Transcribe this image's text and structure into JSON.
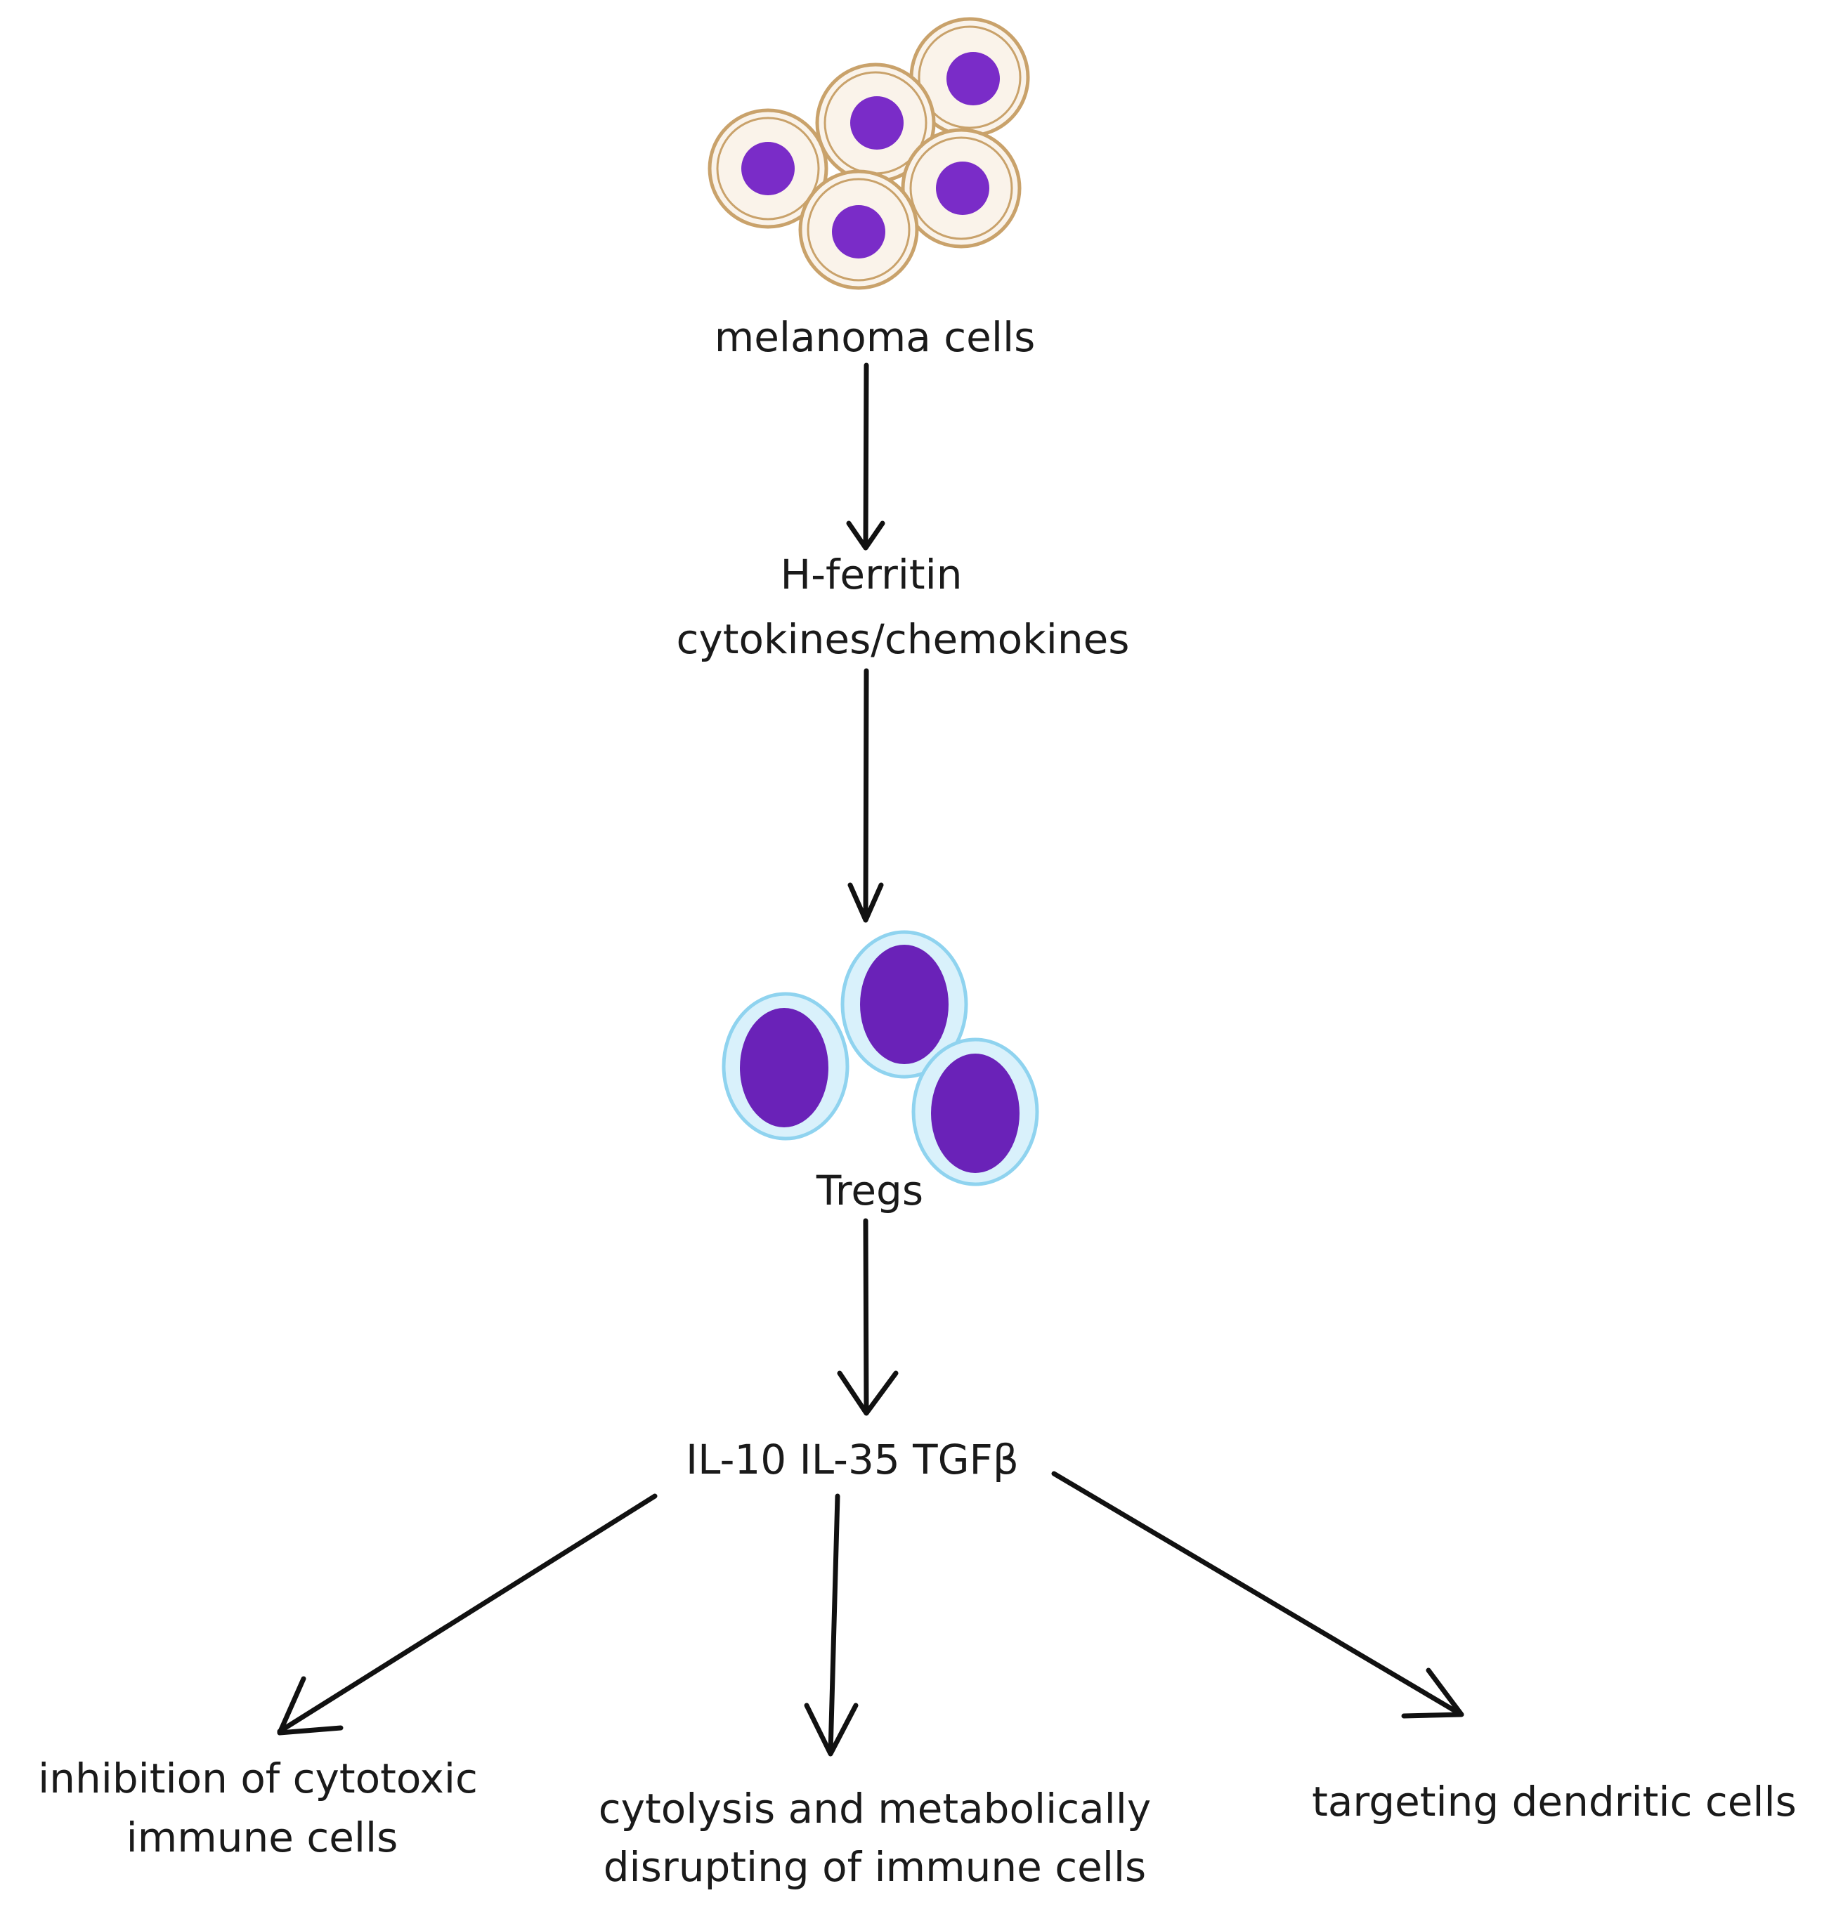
{
  "labels": {
    "melanoma": "melanoma cells",
    "ferritin_line1": "H-ferritin",
    "ferritin_line2": "cytokines/chemokines",
    "tregs": "Tregs",
    "cytokines": "IL-10 IL-35 TGFβ",
    "inhibition_line1": "inhibition of cytotoxic",
    "inhibition_line2": "immune cells",
    "cytolysis_line1": "cytolysis and metabolically",
    "cytolysis_line2": "disrupting of immune cells",
    "dendritic": "targeting dendritic cells"
  },
  "colors": {
    "melanoma_ring": "#c9a26b",
    "melanoma_cytoplasm": "#faf3ea",
    "nucleus": "#7a2cc8",
    "treg_ring": "#8fd3ef",
    "treg_fill": "#d9f1fb",
    "arrow": "#111111",
    "text": "#1a1a1a"
  }
}
